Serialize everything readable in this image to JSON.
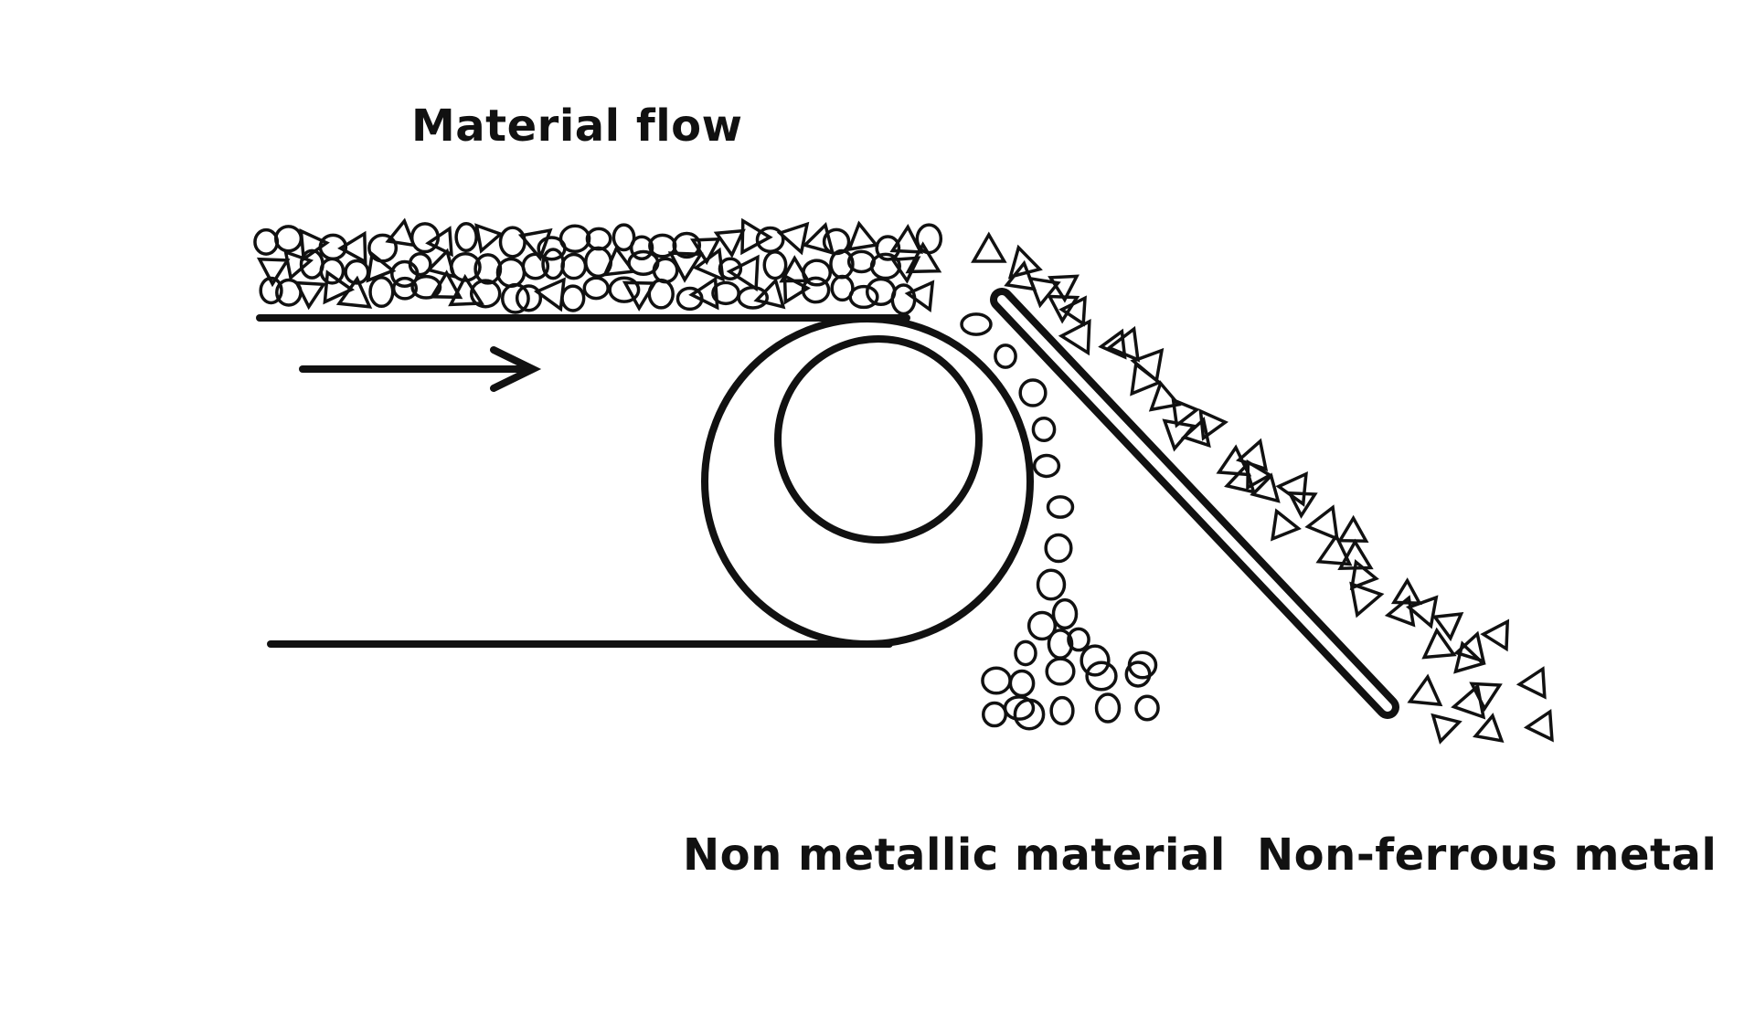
{
  "labels": {
    "material_flow": "Material flow",
    "non_metallic": "Non metallic material",
    "non_ferrous": "Non-ferrous metal"
  },
  "colors": {
    "ink": "#111111",
    "background": "#ffffff"
  }
}
